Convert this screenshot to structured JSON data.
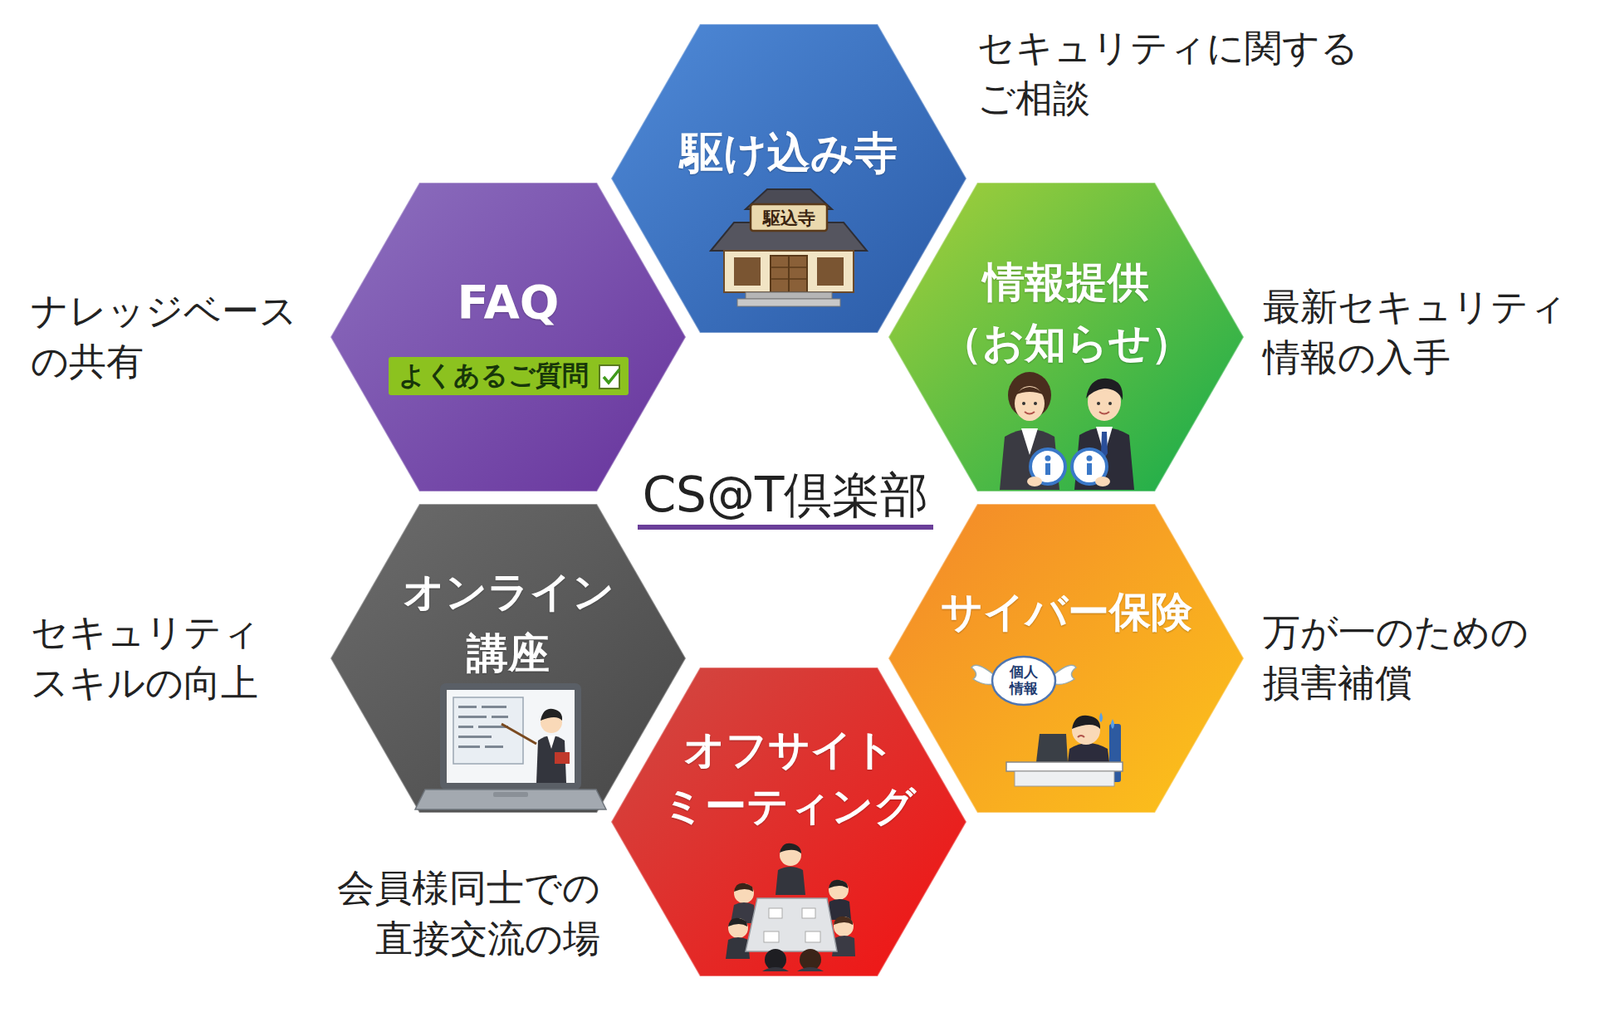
{
  "diagram": {
    "title": "CS@T倶楽部",
    "nodes": [
      {
        "text": [
          "駆け込み寺"
        ]
      },
      {
        "text": [
          "FAQ",
          "よくあるご質問"
        ]
      },
      {
        "text": [
          "情報提供 （お知らせ）"
        ]
      },
      {
        "text": [
          "オンライン 講座"
        ]
      },
      {
        "text": [
          "サイバー保険"
        ]
      },
      {
        "text": [
          "オフサイト ミーティング"
        ]
      }
    ],
    "labels": [
      "セキュリティに関する ご相談",
      "ナレッジベース の共有",
      "最新セキュリティ 情報の入手",
      "セキュリティ スキルの向上",
      "万が一のための 損害補償",
      "会員様同士での 直接交流の場",
      "駆込寺",
      "個人 情報"
    ]
  }
}
